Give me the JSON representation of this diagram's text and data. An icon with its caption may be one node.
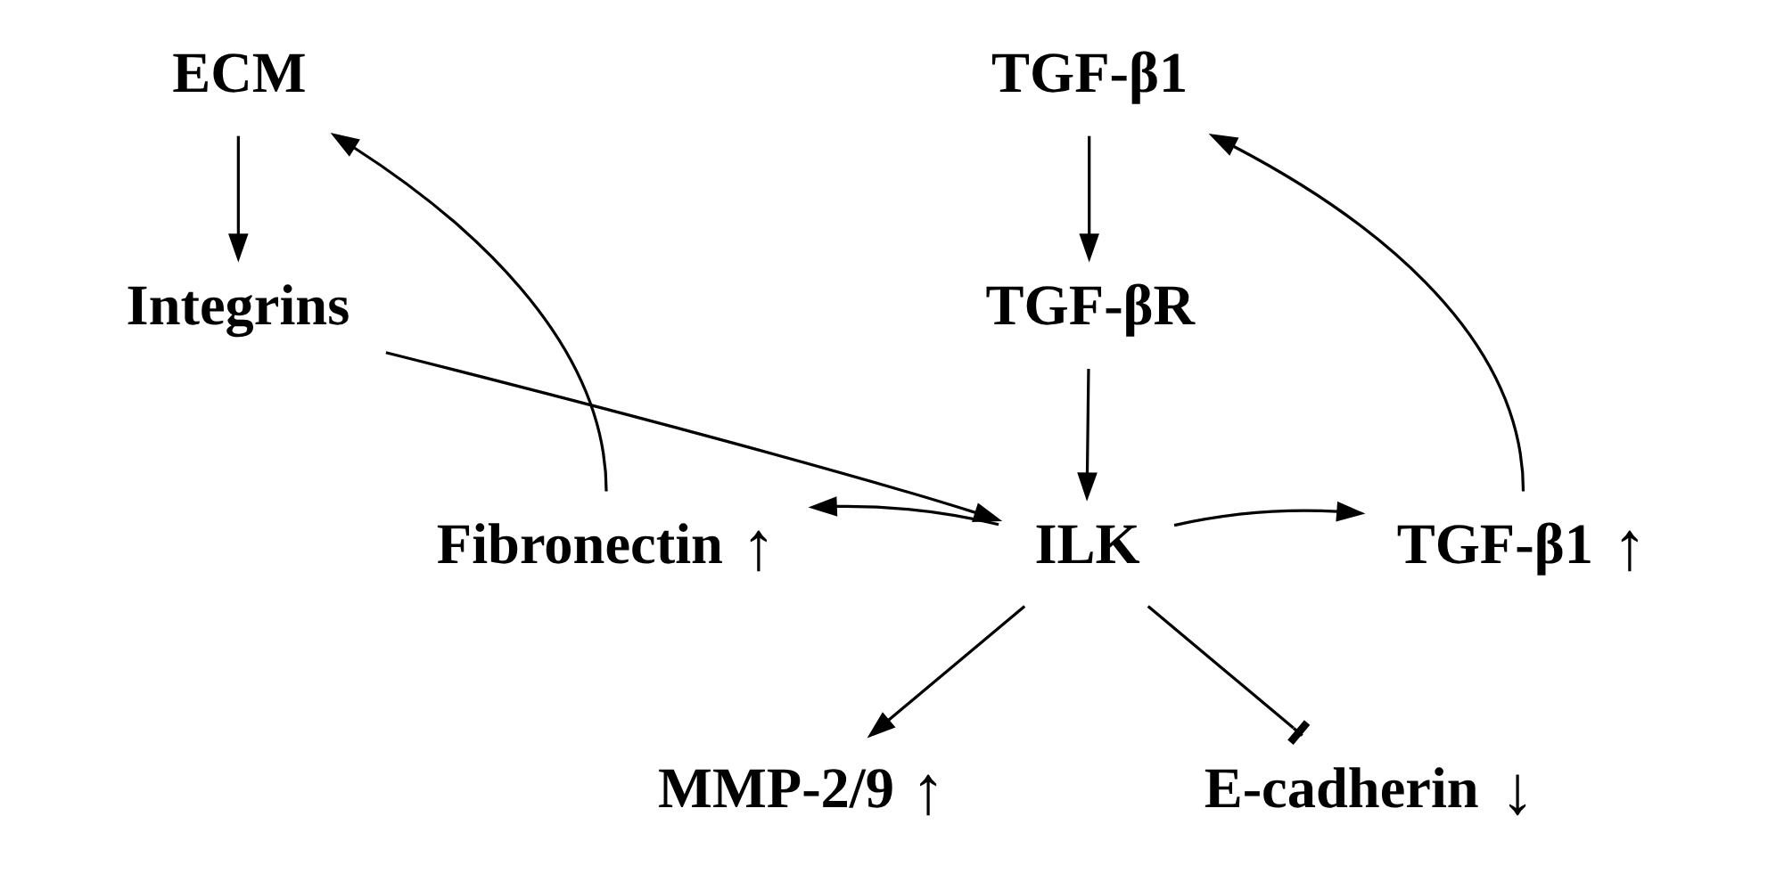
{
  "diagram": {
    "nodes": [
      {
        "text": [
          "ECM"
        ]
      },
      {
        "text": [
          "Integrins"
        ]
      },
      {
        "text": [
          "TGF-β1"
        ]
      },
      {
        "text": [
          "TGF-βR"
        ]
      },
      {
        "text": [
          "ILK"
        ]
      },
      {
        "text": [
          "Fibronectin"
        ],
        "beside": [
          "↑"
        ]
      },
      {
        "text": [
          "TGF-β1"
        ],
        "beside": [
          "↑"
        ]
      },
      {
        "text": [
          "MMP-2/9"
        ],
        "beside": [
          "↑"
        ]
      },
      {
        "text": [
          "E-cadherin"
        ],
        "beside": [
          "↓"
        ]
      }
    ],
    "edges": [
      {
        "from": 0,
        "to": 1,
        "arrow": "to"
      },
      {
        "from": 2,
        "to": 3,
        "arrow": "to"
      },
      {
        "from": 1,
        "to": 4,
        "arrow": "to"
      },
      {
        "from": 3,
        "to": 4,
        "arrow": "to"
      },
      {
        "from": 4,
        "to": 5,
        "arrow": "to"
      },
      {
        "from": 4,
        "to": 6,
        "arrow": "to"
      },
      {
        "from": 4,
        "to": 7,
        "arrow": "to"
      },
      {
        "from": 4,
        "to": 8,
        "arrow": "other"
      },
      {
        "from": 5,
        "to": 0,
        "arrow": "to"
      },
      {
        "from": 6,
        "to": 2,
        "arrow": "to"
      }
    ]
  }
}
